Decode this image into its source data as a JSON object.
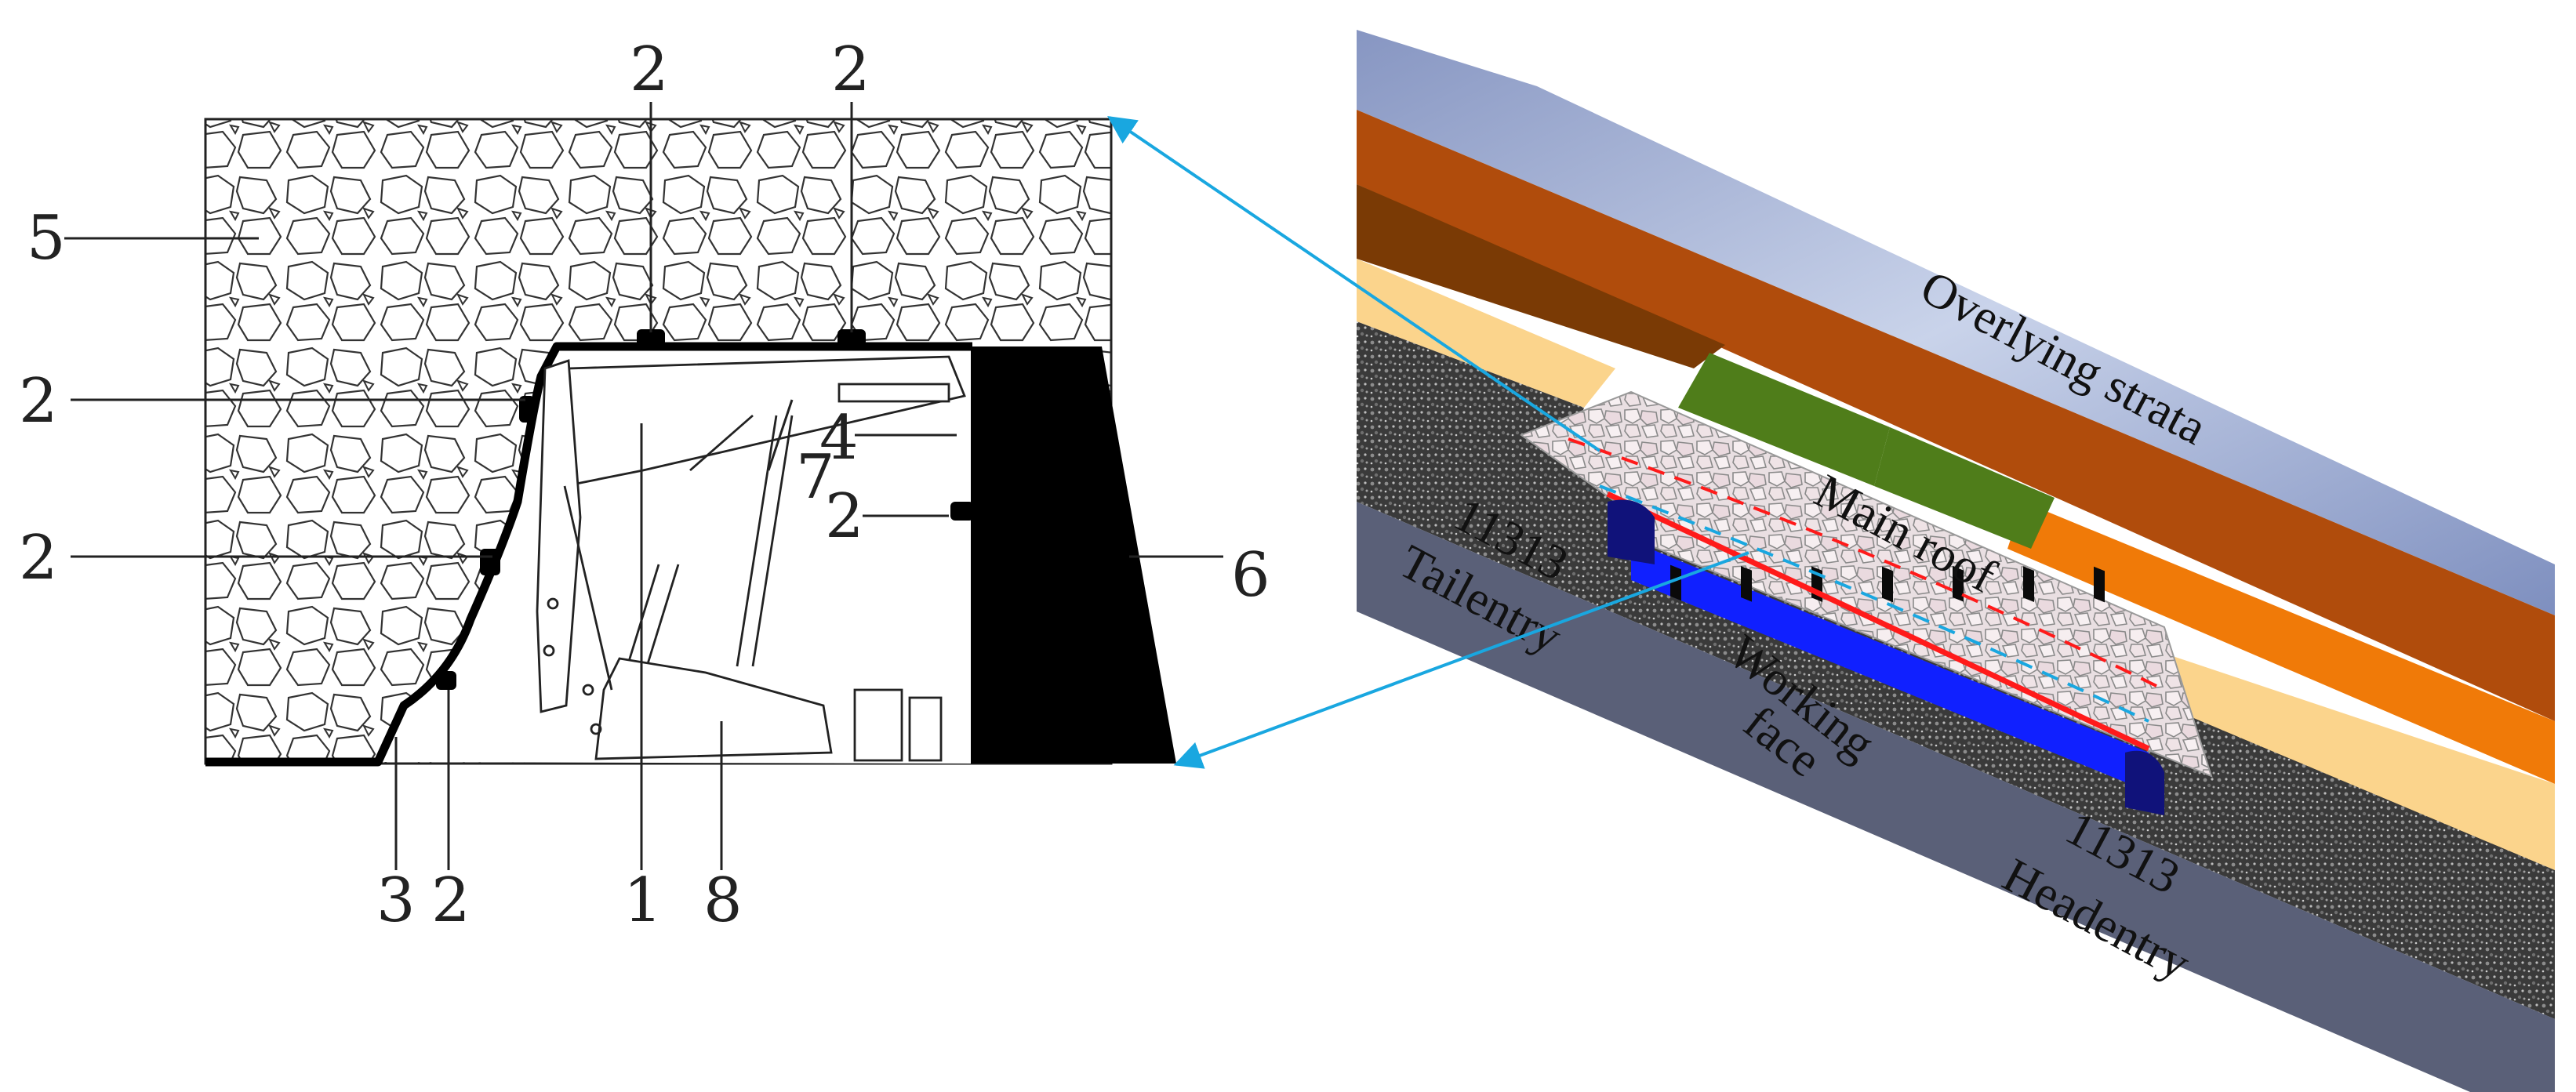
{
  "left_section": {
    "labels": {
      "l5": "5",
      "l2_top_a": "2",
      "l2_top_b": "2",
      "l2_left_a": "2",
      "l2_left_b": "2",
      "l4": "4",
      "l7": "7",
      "l2_mid": "2",
      "l6": "6",
      "l3": "3",
      "l2_bottom": "2",
      "l1": "1",
      "l8": "8"
    }
  },
  "block_3d": {
    "labels": {
      "overlying": "Overlying strata",
      "main_roof": "Main roof",
      "tail_num": "11313",
      "tail_name": "Tailentry",
      "working": "Working",
      "face": "face",
      "head_num": "11313",
      "head_name": "Headentry"
    }
  },
  "colors": {
    "sky_strata": "#9fb0d2",
    "brown_dark": "#7a3a05",
    "brown_mid": "#b04c0c",
    "orange": "#f07a08",
    "tan": "#fbd48c",
    "green": "#4f7d1a",
    "coal_gray": "#3c3c3c",
    "base_slate": "#5a6078",
    "conveyor_blue": "#1020ff",
    "entry_navy": "#10127a",
    "red_line": "#ff1a1a",
    "arrow_cyan": "#19a7e0"
  }
}
